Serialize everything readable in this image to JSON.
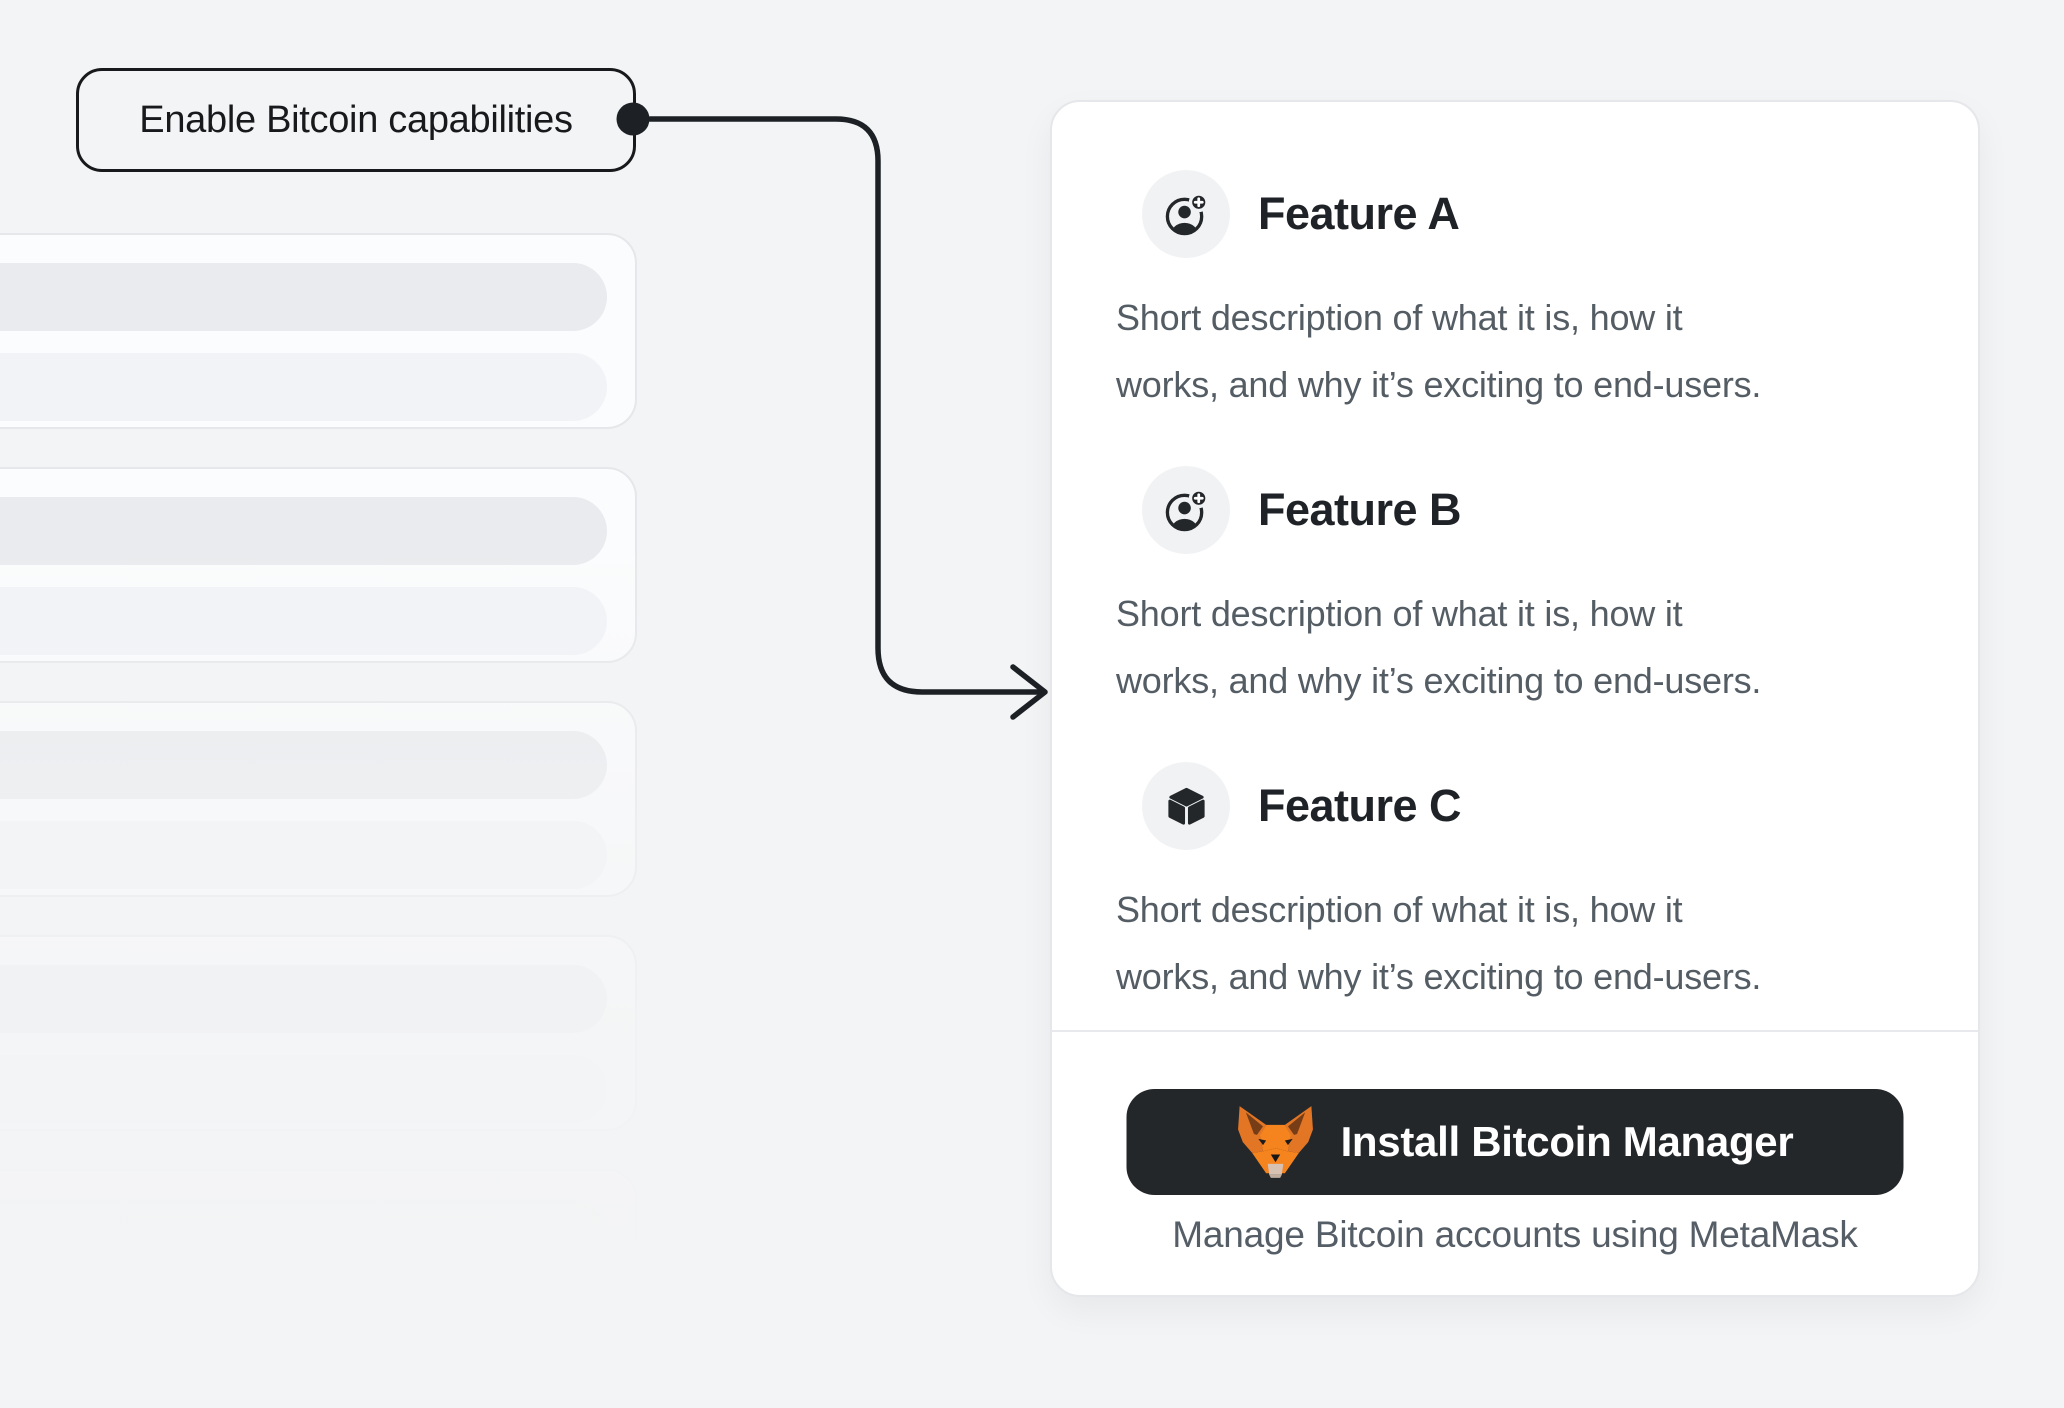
{
  "page": {
    "background_color": "#f3f4f5"
  },
  "callout": {
    "label": "Enable Bitcoin capabilities",
    "border_color": "#17191c",
    "connector_color": "#1d2125"
  },
  "skeleton_panel": {
    "card_count": 5,
    "bars_per_card": 2
  },
  "feature_panel": {
    "background_color": "#ffffff",
    "features": [
      {
        "icon": "user-plus-icon",
        "title": "Feature A",
        "description_line1": "Short description of what it is, how it",
        "description_line2": "works, and why it’s exciting to end-users."
      },
      {
        "icon": "user-plus-icon",
        "title": "Feature B",
        "description_line1": "Short description of what it is, how it",
        "description_line2": "works, and why it’s exciting to end-users."
      },
      {
        "icon": "cube-icon",
        "title": "Feature C",
        "description_line1": "Short description of what it is, how it",
        "description_line2": "works, and why it’s exciting to end-users."
      }
    ],
    "install_button": {
      "label": "Install Bitcoin Manager",
      "icon": "metamask-fox-icon",
      "background_color": "#24272a",
      "text_color": "#ffffff"
    },
    "caption": "Manage Bitcoin accounts using MetaMask"
  },
  "colors": {
    "heading_text": "#1f2328",
    "description_text": "#545c64",
    "icon_glyph": "#24272a",
    "icon_circle_background": "#f1f2f4",
    "card_border": "#e6e7ea",
    "metamask_orange": "#F5841F"
  }
}
